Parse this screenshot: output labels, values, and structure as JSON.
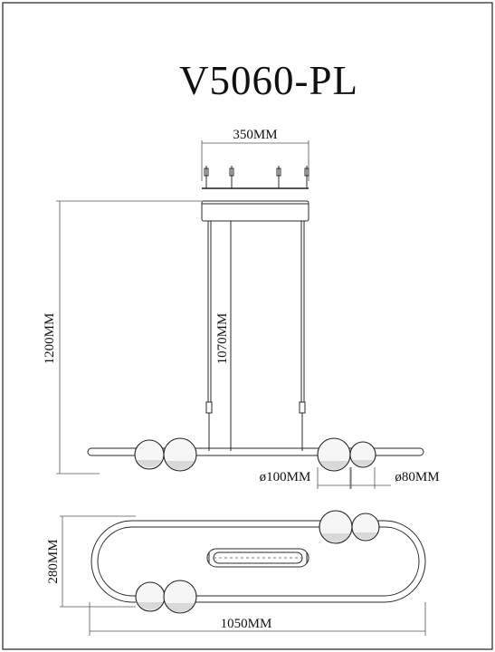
{
  "title": "V5060-PL",
  "dimensions": {
    "canopy_width": "350MM",
    "total_height": "1200MM",
    "cable_length": "1070MM",
    "large_globe_diameter": "ø100MM",
    "small_globe_diameter": "ø80MM",
    "top_view_depth": "280MM",
    "top_view_length": "1050MM"
  }
}
